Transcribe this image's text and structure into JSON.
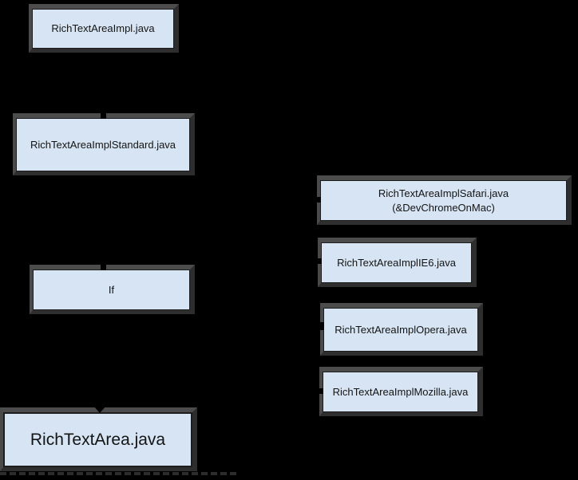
{
  "diagram": {
    "nodes": {
      "impl": {
        "label": "RichTextAreaImpl.java"
      },
      "impl_standard": {
        "label": "RichTextAreaImplStandard.java"
      },
      "impl_safari": {
        "label": "RichTextAreaImplSafari.java",
        "sublabel": "(&DevChromeOnMac)"
      },
      "impl_ie6": {
        "label": "RichTextAreaImplIE6.java"
      },
      "if_node": {
        "label": "If"
      },
      "impl_opera": {
        "label": "RichTextAreaImplOpera.java"
      },
      "impl_mozilla": {
        "label": "RichTextAreaImplMozilla.java"
      },
      "richtextarea": {
        "label": "RichTextArea.java"
      }
    },
    "colors": {
      "background": "#000000",
      "node_fill": "#d6e4f3",
      "node_border": "#1c1c1c",
      "shadow_light": "#4c4c4c",
      "shadow_dark": "#2d2d2d"
    }
  }
}
